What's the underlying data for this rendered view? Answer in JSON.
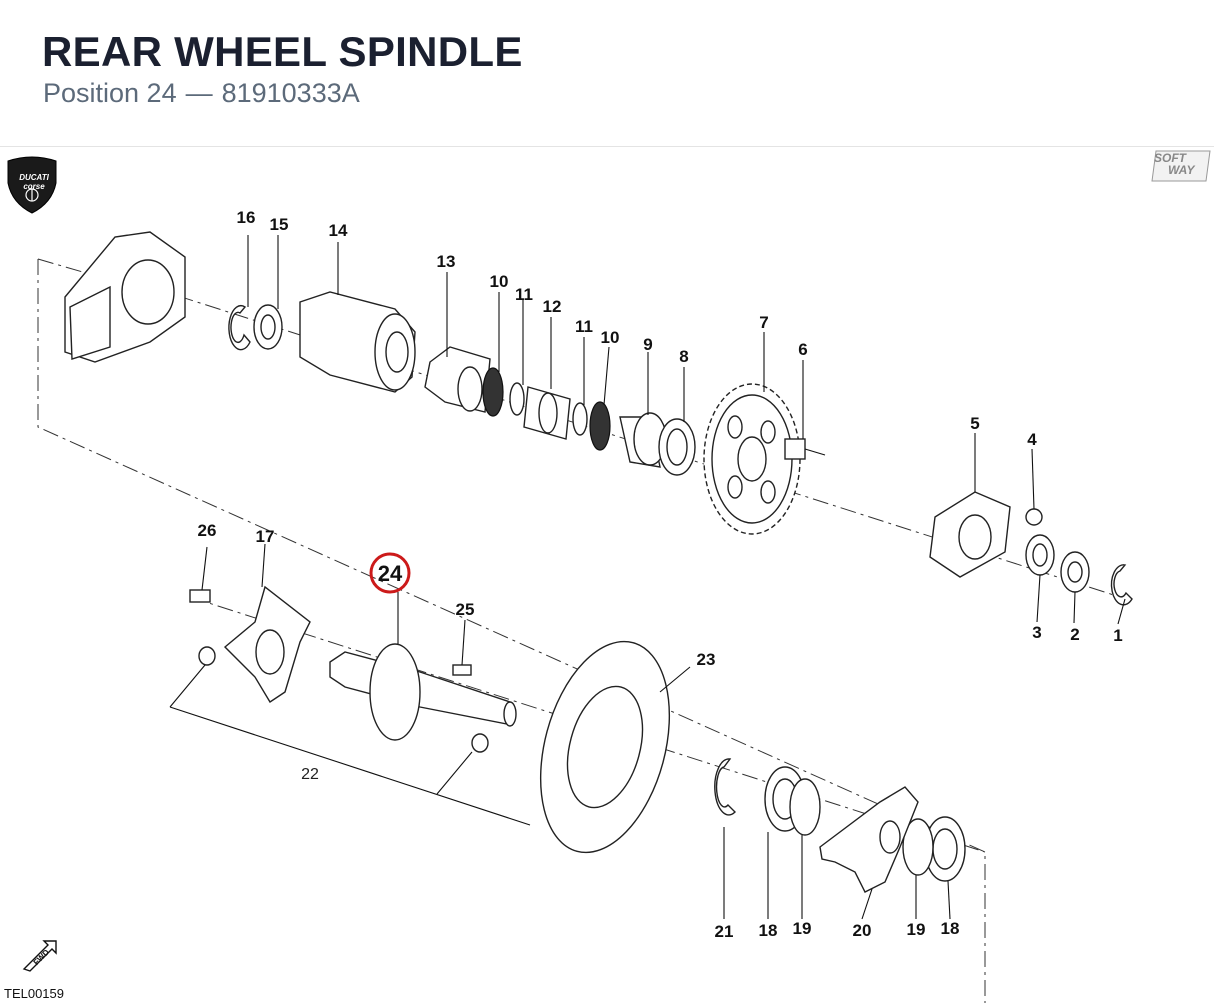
{
  "header": {
    "title": "REAR WHEEL SPINDLE",
    "position_label": "Position 24",
    "separator": "—",
    "part_number": "81910333A"
  },
  "brand_logo": {
    "line1": "DUCATI",
    "line2": "corse"
  },
  "vendor_logo": {
    "line1": "SOFT",
    "line2": "WAY"
  },
  "fwd_label": "FWD",
  "drawing_code": "TEL00159",
  "highlighted_callout": "24",
  "callouts": {
    "c1": "1",
    "c2": "2",
    "c3": "3",
    "c4": "4",
    "c5": "5",
    "c6": "6",
    "c7": "7",
    "c8": "8",
    "c9": "9",
    "c10a": "10",
    "c10b": "10",
    "c11a": "11",
    "c11b": "11",
    "c12": "12",
    "c13": "13",
    "c14": "14",
    "c15": "15",
    "c16": "16",
    "c17": "17",
    "c18a": "18",
    "c18b": "18",
    "c19a": "19",
    "c19b": "19",
    "c20": "20",
    "c21": "21",
    "c22": "22",
    "c23": "23",
    "c25": "25",
    "c26": "26"
  },
  "colors": {
    "highlight_ring": "#cc1a1a",
    "title": "#1b2030",
    "subtitle": "#5c6a7a"
  }
}
